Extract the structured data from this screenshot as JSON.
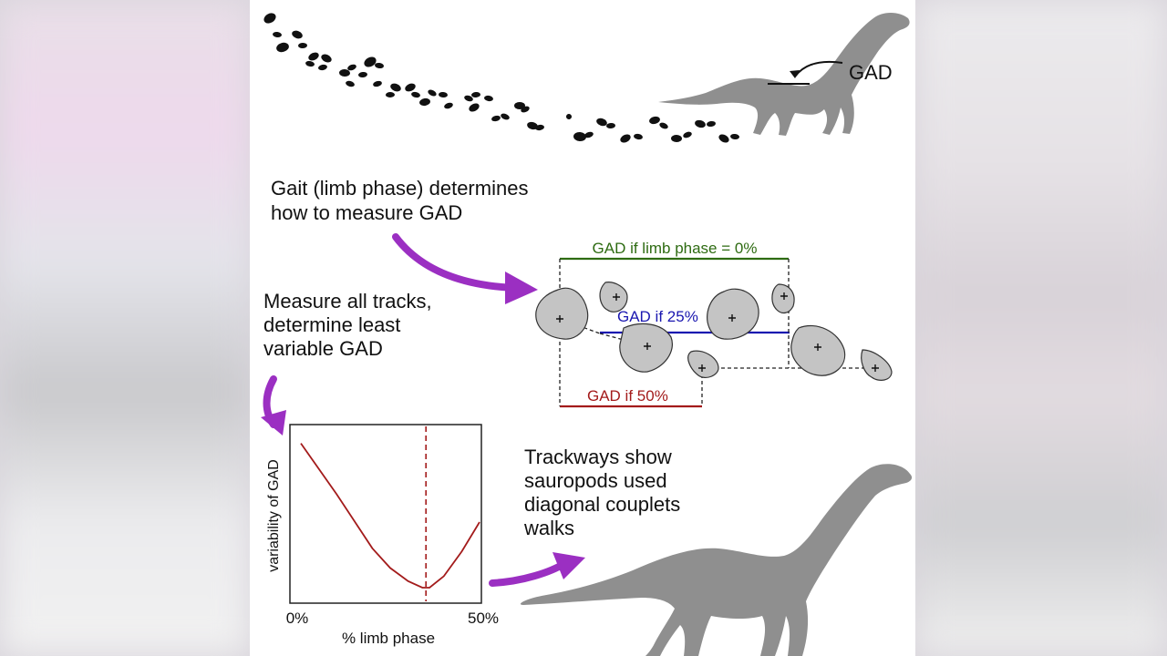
{
  "labels": {
    "gad_top": "GAD",
    "step1_line1": "Gait (limb phase) determines",
    "step1_line2": "how to measure GAD",
    "step2_line1": "Measure all tracks,",
    "step2_line2": "determine least",
    "step2_line3": "variable GAD",
    "gad_0": "GAD if limb phase = 0%",
    "gad_25": "GAD if 25%",
    "gad_50": "GAD if 50%",
    "conclusion_line1": "Trackways show",
    "conclusion_line2": "sauropods used",
    "conclusion_line3": "diagonal couplets",
    "conclusion_line4": "walks"
  },
  "colors": {
    "gad_0": "#2e6b12",
    "gad_25": "#1a17b0",
    "gad_50": "#a31b1b",
    "arrow": "#9b2fc2",
    "dino": "#8f8f8f",
    "track_fill": "#c4c4c4",
    "curve": "#a31b1b"
  },
  "chart_data": {
    "type": "line",
    "xlabel": "% limb phase",
    "ylabel": "variability of GAD",
    "x_tick_labels": [
      "0%",
      "50%"
    ],
    "xlim": [
      0,
      50
    ],
    "series": [
      {
        "x": [
          0,
          10,
          20,
          25,
          30,
          34,
          36,
          40,
          45,
          50
        ],
        "y": [
          0.93,
          0.62,
          0.29,
          0.17,
          0.09,
          0.05,
          0.05,
          0.12,
          0.27,
          0.45
        ]
      }
    ],
    "vline_x": 35,
    "ylim": [
      0,
      1
    ]
  }
}
